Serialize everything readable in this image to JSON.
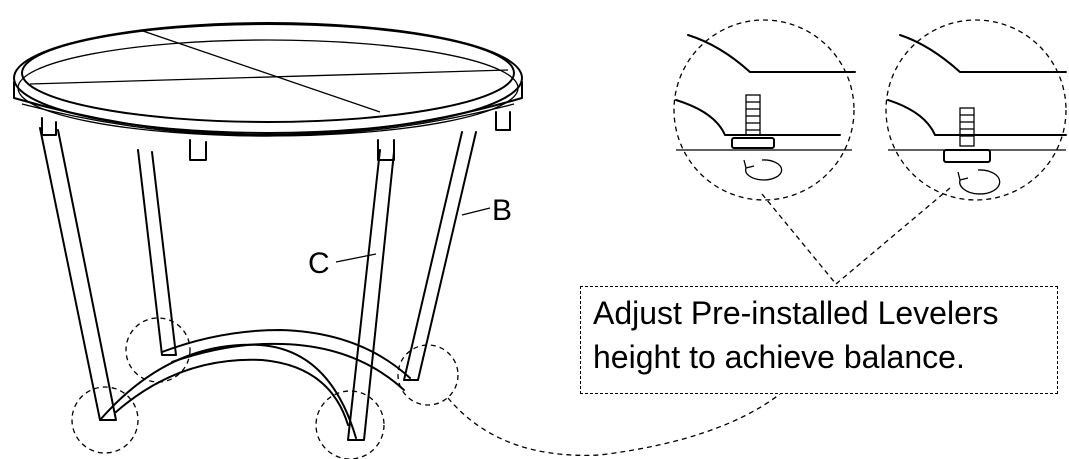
{
  "labels": {
    "part_b": "B",
    "part_c": "C"
  },
  "instruction": {
    "line1": "Adjust Pre-installed Levelers",
    "line2": "height to achieve balance."
  }
}
